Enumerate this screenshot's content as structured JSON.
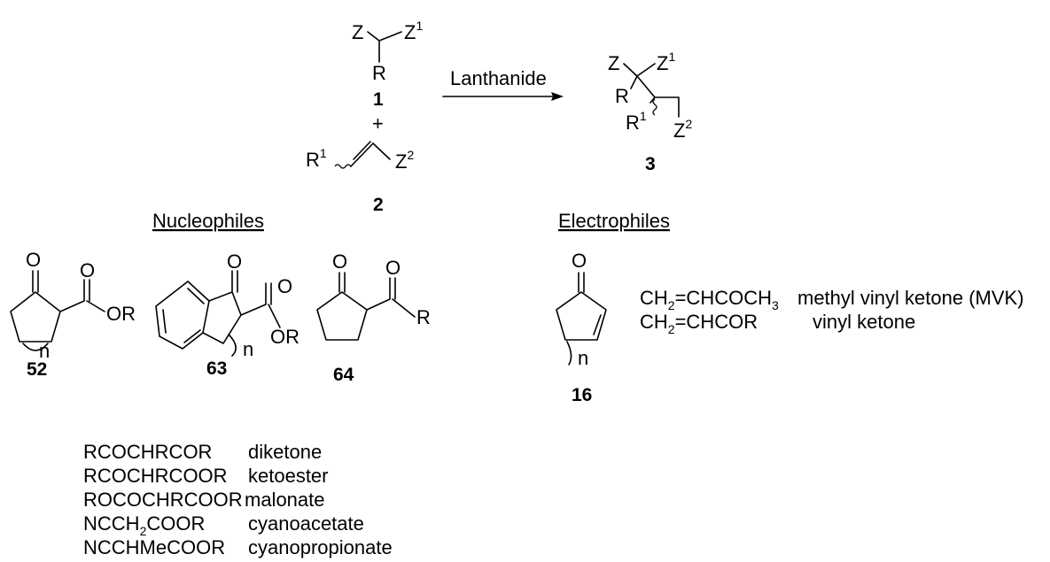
{
  "reaction": {
    "reagent1_label": "1",
    "reagent2_label": "2",
    "product_label": "3",
    "plus": "+",
    "arrow_label": "Lanthanide",
    "atoms": {
      "Z": "Z",
      "Z1": "Z",
      "Z1_sup": "1",
      "R": "R",
      "R1": "R",
      "R1_sup": "1",
      "Z2": "Z",
      "Z2_sup": "2"
    }
  },
  "headings": {
    "nucleophiles": "Nucleophiles",
    "electrophiles": "Electrophiles"
  },
  "structures": {
    "c52": {
      "label": "52",
      "O1": "O",
      "O2": "O",
      "OR": "OR",
      "n": "n"
    },
    "c63": {
      "label": "63",
      "O1": "O",
      "O2": "O",
      "OR": "OR",
      "n": "n"
    },
    "c64": {
      "label": "64",
      "O1": "O",
      "O2": "O",
      "R": "R"
    },
    "c16": {
      "label": "16",
      "O": "O",
      "n": "n"
    }
  },
  "electrophiles": [
    {
      "formula_pre": "CH",
      "sub": "2",
      "formula_mid": "=CHCOCH",
      "sub2": "3",
      "name": "methyl vinyl ketone (MVK)"
    },
    {
      "formula_pre": "CH",
      "sub": "2",
      "formula_mid": "=CHCOR",
      "sub2": "",
      "name": "vinyl ketone"
    }
  ],
  "nucleophiles": [
    {
      "formula_pre": "RCOCHRCOR",
      "sub": "",
      "formula_post": "",
      "name": "diketone"
    },
    {
      "formula_pre": "RCOCHRCOOR",
      "sub": "",
      "formula_post": "",
      "name": "ketoester"
    },
    {
      "formula_pre": "ROCOCHRCOOR",
      "sub": "",
      "formula_post": "",
      "name": "malonate"
    },
    {
      "formula_pre": "NCCH",
      "sub": "2",
      "formula_post": "COOR",
      "name": "cyanoacetate"
    },
    {
      "formula_pre": "NCCHMeCOOR",
      "sub": "",
      "formula_post": "",
      "name": "cyanopropionate"
    }
  ]
}
